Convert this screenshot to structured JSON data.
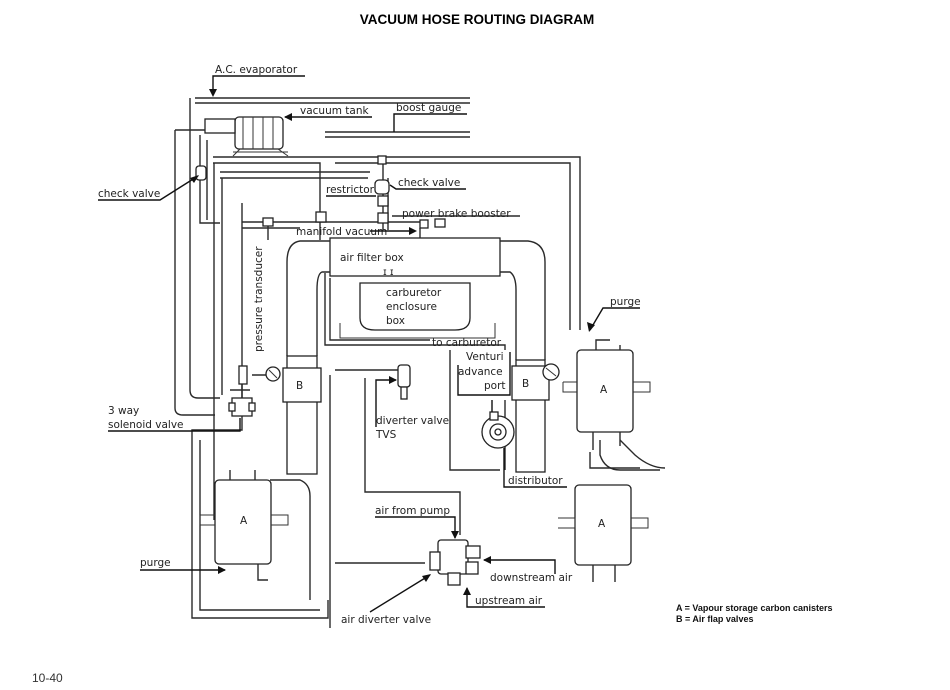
{
  "title": "VACUUM HOSE ROUTING DIAGRAM",
  "labels": {
    "ac_evaporator": "A.C. evaporator",
    "vacuum_tank": "vacuum tank",
    "boost_gauge": "boost gauge",
    "check_valve_left": "check valve",
    "check_valve_right": "check valve",
    "restrictor": "restrictor",
    "power_brake_booster": "power brake booster",
    "manifold_vacuum": "manifold vacuum",
    "air_filter_box": "air  filter  box",
    "pressure_transducer": "pressure transducer",
    "carburetor_enclosure_1": "carburetor",
    "carburetor_enclosure_2": "enclosure",
    "carburetor_enclosure_3": "box",
    "purge_right": "purge",
    "to_carburetor": "to carburetor",
    "venturi": "Venturi",
    "advance": "advance",
    "port": "port",
    "three_way_1": "3 way",
    "three_way_2": "solenoid valve",
    "diverter_valve": "diverter valve",
    "tvs": "TVS",
    "distributor": "distributor",
    "air_from_pump": "air from pump",
    "purge_left": "purge",
    "downstream_air": "downstream air",
    "upstream_air": "upstream air",
    "air_diverter_valve": "air diverter valve"
  },
  "components": {
    "canister_letter": "A",
    "air_flap_letter": "B"
  },
  "legend": {
    "a": "A = Vapour storage carbon canisters",
    "b": "B = Air flap valves"
  },
  "page_number": "10-40"
}
